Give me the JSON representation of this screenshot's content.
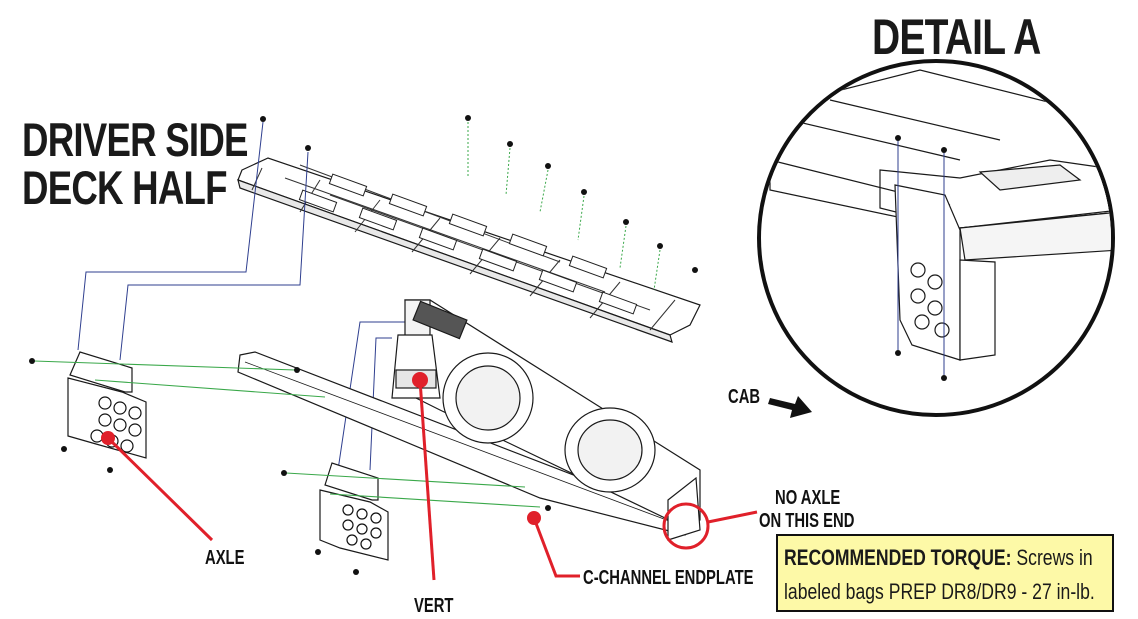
{
  "title": {
    "line1": "DRIVER SIDE",
    "line2": "DECK HALF"
  },
  "detail": {
    "title": "DETAIL A"
  },
  "callouts": {
    "axle": "AXLE",
    "vert": "VERT",
    "endplate": "C-CHANNEL ENDPLATE",
    "no_axle_line1": "NO AXLE",
    "no_axle_line2": "ON THIS END",
    "cab": "CAB"
  },
  "torque_note": {
    "heading": "RECOMMENDED TORQUE:",
    "body": " Screws in labeled bags PREP DR8/DR9 - 27 in-lb."
  },
  "colors": {
    "callout": "#e0202a",
    "note_bg": "#fdf9a7",
    "leader_green": "#3aa84a",
    "leader_blue": "#2f3f8f"
  }
}
